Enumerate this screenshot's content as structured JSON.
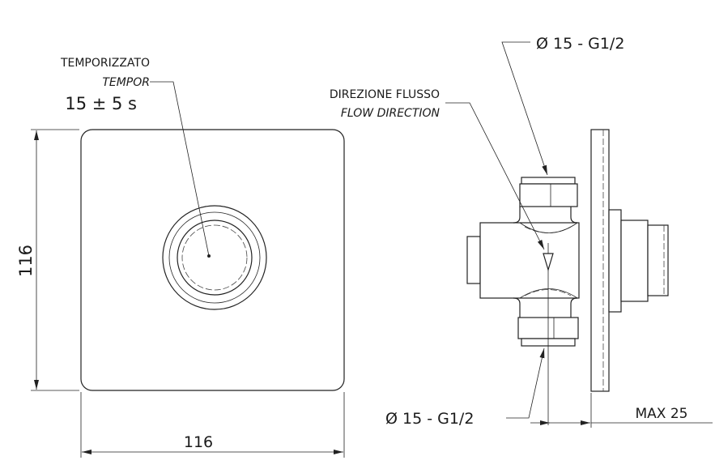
{
  "labels": {
    "timer_it": "TEMPORIZZATO",
    "timer_en": "TEMPOR",
    "timer_value": "15 ± 5 s",
    "flow_it": "DIREZIONE FLUSSO",
    "flow_en": "FLOW DIRECTION",
    "inlet_top": "Ø 15 - G1/2",
    "inlet_bottom": "Ø 15 - G1/2"
  },
  "dimensions": {
    "height": "116",
    "width": "116",
    "depth_max": "MAX 25"
  }
}
